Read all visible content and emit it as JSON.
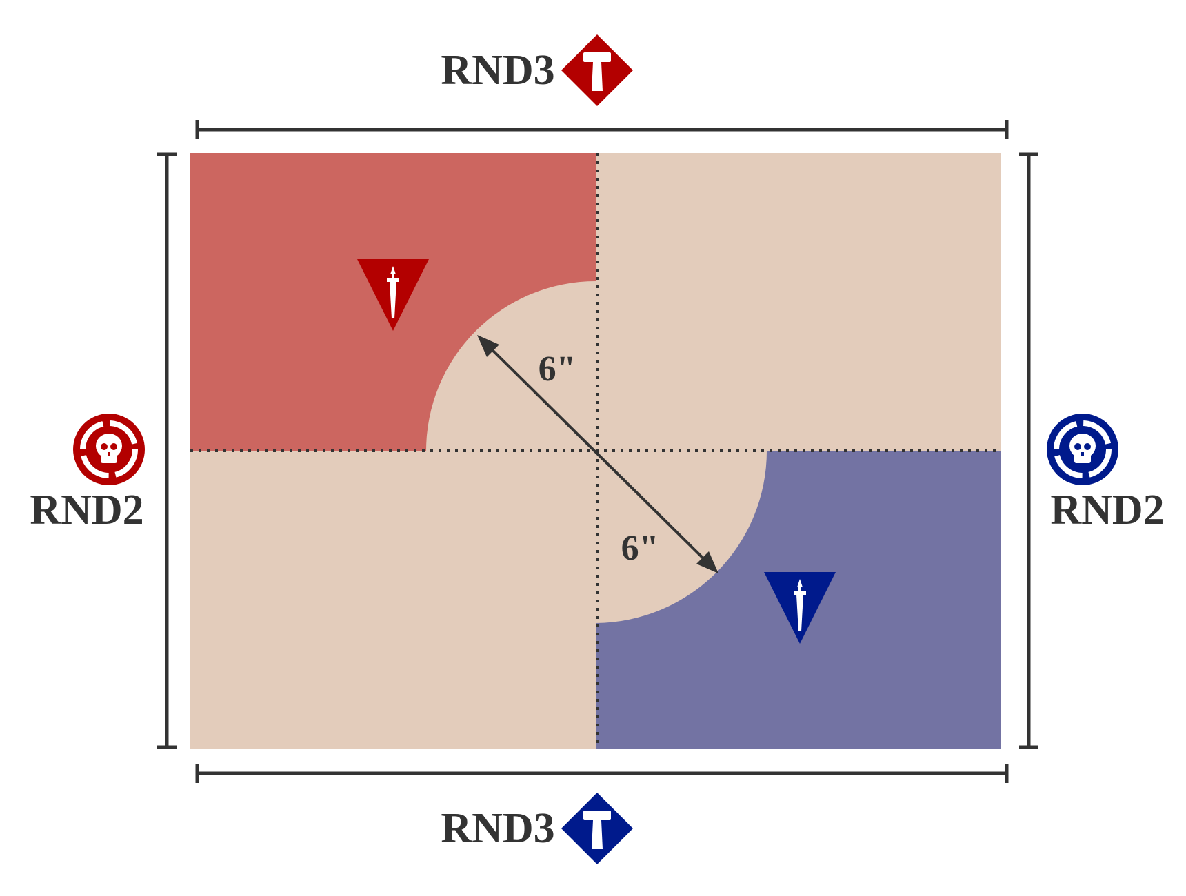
{
  "labels": {
    "rnd3_top": "RND3",
    "rnd3_bottom": "RND3",
    "rnd2_left": "RND2",
    "rnd2_right": "RND2",
    "distance_upper": "6\"",
    "distance_lower": "6\""
  },
  "icons": {
    "red_objective": "hammer-icon",
    "blue_objective": "hammer-icon",
    "red_deploy_marker": "dagger-icon",
    "blue_deploy_marker": "dagger-icon",
    "red_reinforcement": "skull-icon",
    "blue_reinforcement": "skull-icon"
  },
  "colors": {
    "red_zone": "#cc6660",
    "blue_zone": "#7373a3",
    "neutral_zone": "#e3ccbb",
    "red_icon": "#b30000",
    "blue_icon": "#001a8c",
    "line": "#333333"
  }
}
